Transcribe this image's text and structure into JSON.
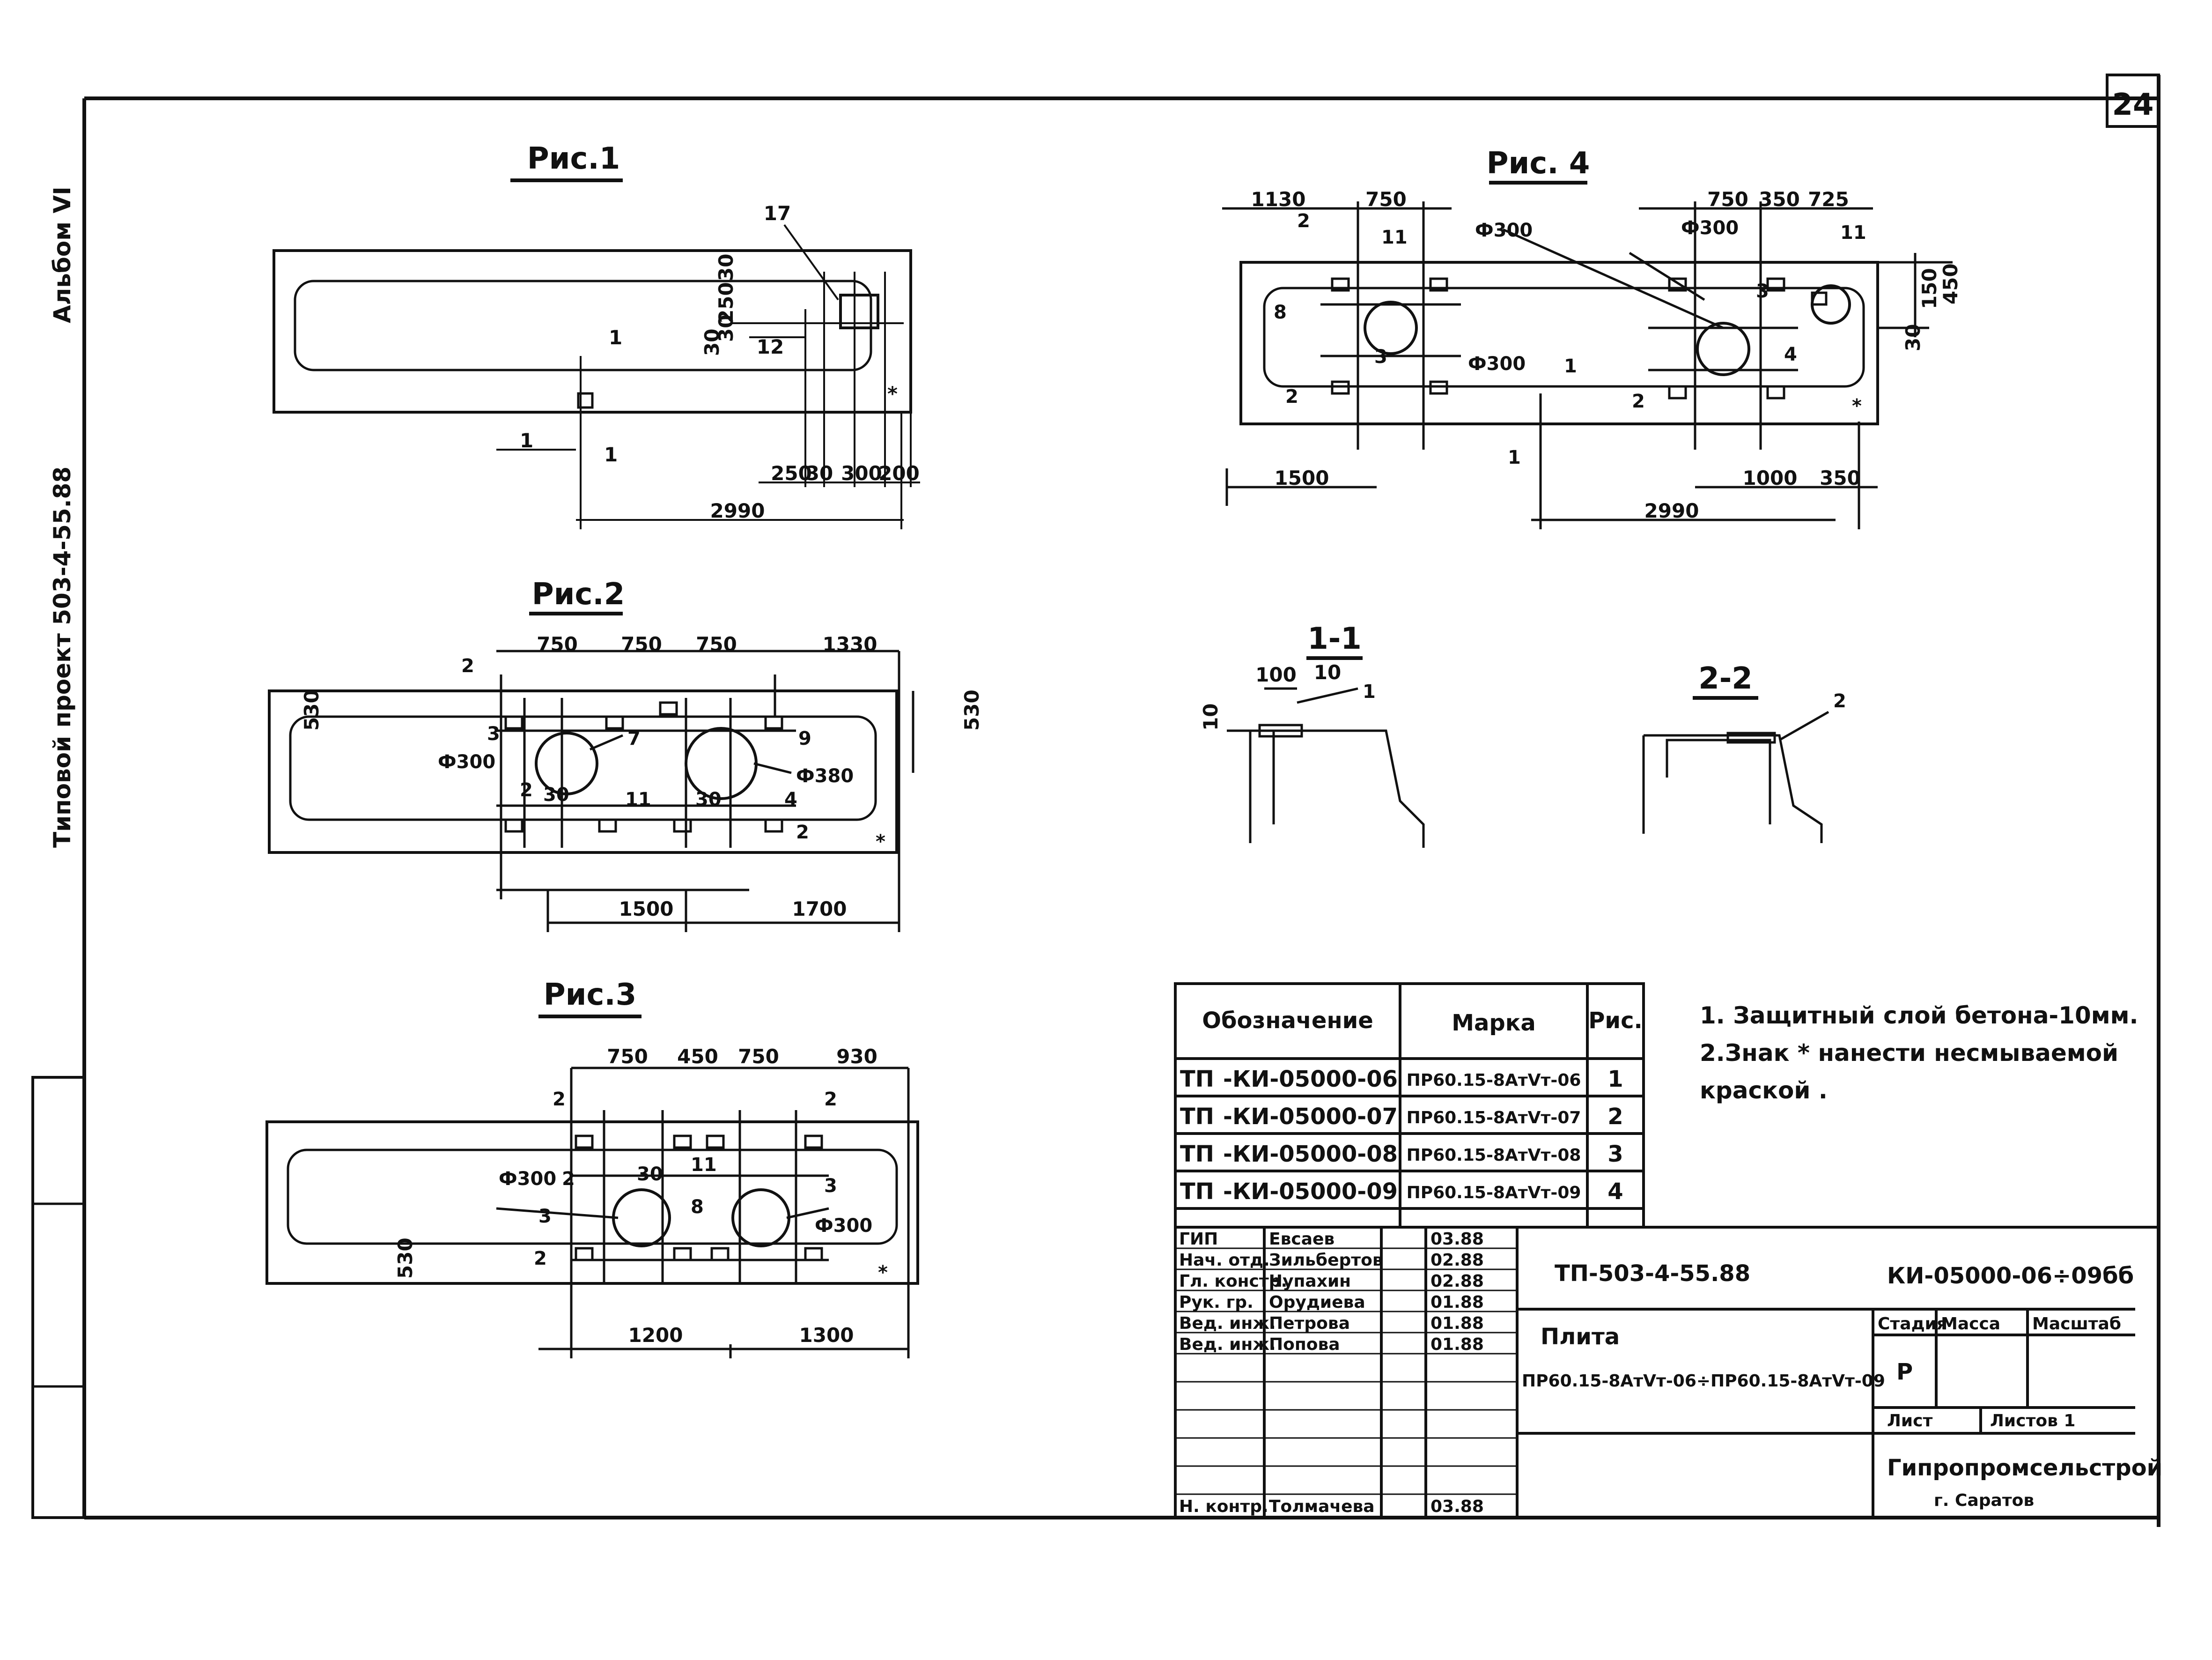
{
  "sheet_number": "24",
  "side_labels": {
    "album": "Альбом VI",
    "project": "Типовой проект 503-4-55.88"
  },
  "figures": {
    "fig1": {
      "title": "Рис.1",
      "dims": [
        "250",
        "30",
        "300",
        "200",
        "2990",
        "30",
        "250",
        "30",
        "30"
      ],
      "labels": [
        "17",
        "12",
        "1",
        "1",
        "1",
        "*"
      ]
    },
    "fig2": {
      "title": "Рис.2",
      "dims": [
        "750",
        "750",
        "750",
        "1330",
        "1500",
        "1700",
        "530",
        "530"
      ],
      "labels": [
        "2",
        "3",
        "7",
        "9",
        "Ф300",
        "Ф380",
        "4",
        "11",
        "2",
        "2",
        "30",
        "30",
        "*"
      ]
    },
    "fig3": {
      "title": "Рис.3",
      "dims": [
        "750",
        "450",
        "750",
        "930",
        "1200",
        "1300",
        "530"
      ],
      "labels": [
        "2",
        "2",
        "Ф300",
        "Ф300",
        "3",
        "3",
        "8",
        "11",
        "2",
        "2",
        "30",
        "*"
      ]
    },
    "fig4": {
      "title": "Рис. 4",
      "dims": [
        "1130",
        "750",
        "750",
        "350",
        "725",
        "1500",
        "1000",
        "350",
        "2990",
        "450",
        "150",
        "30"
      ],
      "labels": [
        "2",
        "11",
        "Ф300",
        "Ф300",
        "Ф300",
        "8",
        "3",
        "2",
        "2",
        "4",
        "3",
        "11",
        "1",
        "1",
        "*"
      ]
    },
    "section_1_1": {
      "title": "1-1",
      "dims": [
        "100",
        "10",
        "10"
      ],
      "labels": [
        "1"
      ]
    },
    "section_2_2": {
      "title": "2-2",
      "labels": [
        "2"
      ]
    }
  },
  "notes": [
    "1. Защитный слой бетона-10мм.",
    "2.Знак * нанести несмываемой",
    "краской ."
  ],
  "spec_table": {
    "headers": [
      "Обозначение",
      "Марка",
      "Рис."
    ],
    "rows": [
      {
        "prefix": "ТП",
        "code": "-КИ-05000-06",
        "mark": "ПР60.15-8АтVт-06",
        "fig": "1"
      },
      {
        "prefix": "ТП",
        "code": "-КИ-05000-07",
        "mark": "ПР60.15-8АтVт-07",
        "fig": "2"
      },
      {
        "prefix": "ТП",
        "code": "-КИ-05000-08",
        "mark": "ПР60.15-8АтVт-08",
        "fig": "3"
      },
      {
        "prefix": "ТП",
        "code": "-КИ-05000-09",
        "mark": "ПР60.15-8АтVт-09",
        "fig": "4"
      }
    ]
  },
  "title_block": {
    "staff": [
      {
        "role": "ГИП",
        "name": "Евсаев",
        "date": "03.88"
      },
      {
        "role": "Нач. отд.",
        "name": "Зильбертов",
        "date": "02.88"
      },
      {
        "role": "Гл. констр.",
        "name": "Чупахин",
        "date": "02.88"
      },
      {
        "role": "Рук. гр.",
        "name": "Орудиева",
        "date": "01.88"
      },
      {
        "role": "Вед. инж.",
        "name": "Петрова",
        "date": "01.88"
      },
      {
        "role": "Вед. инж.",
        "name": "Попова",
        "date": "01.88"
      },
      {
        "role": "Н. контр.",
        "name": "Толмачева",
        "date": "03.88"
      }
    ],
    "project_code": "ТП-503-4-55.88",
    "doc_code": "КИ-05000-06÷09бб",
    "item_name": "Плита",
    "item_marks": "ПР60.15-8АтVт-06÷ПР60.15-8АтVт-09",
    "stage_label": "Стадия",
    "mass_label": "Масса",
    "scale_label": "Масштаб",
    "stage": "Р",
    "sheet_label": "Лист",
    "sheets_label": "Листов 1",
    "organization": "Гипропромсельстрой",
    "city": "г. Саратов"
  }
}
